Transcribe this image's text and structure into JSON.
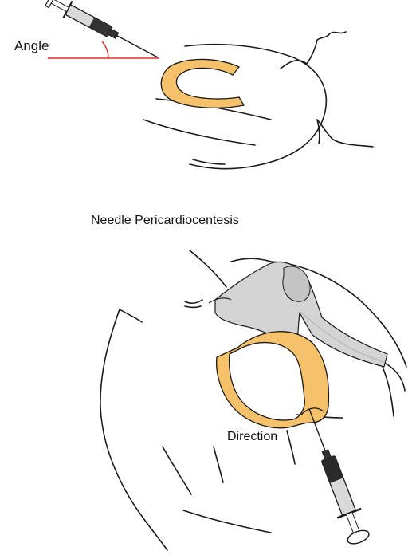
{
  "labels": {
    "angle": "Angle",
    "title": "Needle Pericardiocentesis",
    "direction": "Direction"
  },
  "colors": {
    "pericardium_fill": "#f5c26b",
    "outline": "#1a1a1a",
    "angle_line": "#e52b2b",
    "bone_fill": "#cfcfcf",
    "syringe_body": "#d9d9d9"
  }
}
